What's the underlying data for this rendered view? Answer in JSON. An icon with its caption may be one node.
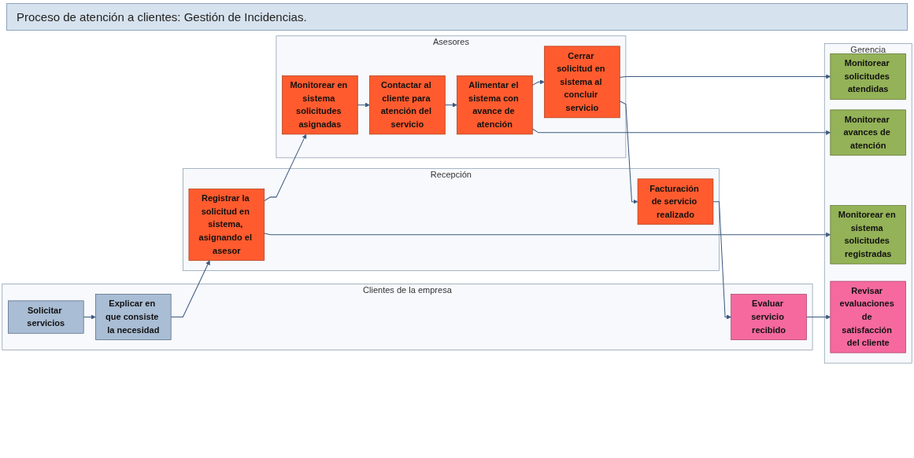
{
  "diagram": {
    "title": "Proceso de atención a clientes: Gestión de Incidencias.",
    "nodes": [
      {
        "text": [
          "Clientes de la empresa"
        ]
      },
      {
        "text": [
          "Solicitar servicios"
        ],
        "in": 0
      },
      {
        "text": [
          "Explicar en que consiste la necesidad"
        ],
        "in": 0
      },
      {
        "text": [
          "Evaluar servicio recibido"
        ],
        "in": 0
      },
      {
        "text": [
          "Recepción"
        ]
      },
      {
        "text": [
          "Registrar la solicitud en sistema, asignando el asesor"
        ],
        "in": 4
      },
      {
        "text": [
          "Facturación de servicio realizado"
        ],
        "in": 4
      },
      {
        "text": [
          "Asesores"
        ]
      },
      {
        "text": [
          "Monitorear en sistema solicitudes asignadas"
        ],
        "in": 7
      },
      {
        "text": [
          "Contactar al cliente para atención del servicio"
        ],
        "in": 7
      },
      {
        "text": [
          "Alimentar el sistema con avance de atención"
        ],
        "in": 7
      },
      {
        "text": [
          "Cerrar solicitud en sistema al concluir servicio"
        ],
        "in": 7
      },
      {
        "text": [
          "Gerencia"
        ]
      },
      {
        "text": [
          "Monitorear en sistema solicitudes registradas"
        ],
        "in": 12
      },
      {
        "text": [
          "Monitorear avances de atención"
        ],
        "in": 12
      },
      {
        "text": [
          "Monitorear solicitudes atendidas"
        ],
        "in": 12
      },
      {
        "text": [
          "Revisar evaluaciones de satisfacción del cliente"
        ],
        "in": 12
      }
    ],
    "edges": [
      {
        "from": 1,
        "to": 2,
        "arrow": "to"
      },
      {
        "from": 2,
        "to": 5,
        "arrow": "to"
      },
      {
        "from": 5,
        "to": 8,
        "arrow": "to"
      },
      {
        "from": 5,
        "to": 13,
        "arrow": "to"
      },
      {
        "from": 8,
        "to": 9,
        "arrow": "to"
      },
      {
        "from": 9,
        "to": 10,
        "arrow": "to"
      },
      {
        "from": 10,
        "to": 11,
        "arrow": "to"
      },
      {
        "from": 10,
        "to": 14,
        "arrow": "to"
      },
      {
        "from": 11,
        "to": 15,
        "arrow": "to"
      },
      {
        "from": 11,
        "to": 6,
        "arrow": "to"
      },
      {
        "from": 6,
        "to": 3,
        "arrow": "to"
      },
      {
        "from": 3,
        "to": 16,
        "arrow": "to"
      }
    ]
  }
}
